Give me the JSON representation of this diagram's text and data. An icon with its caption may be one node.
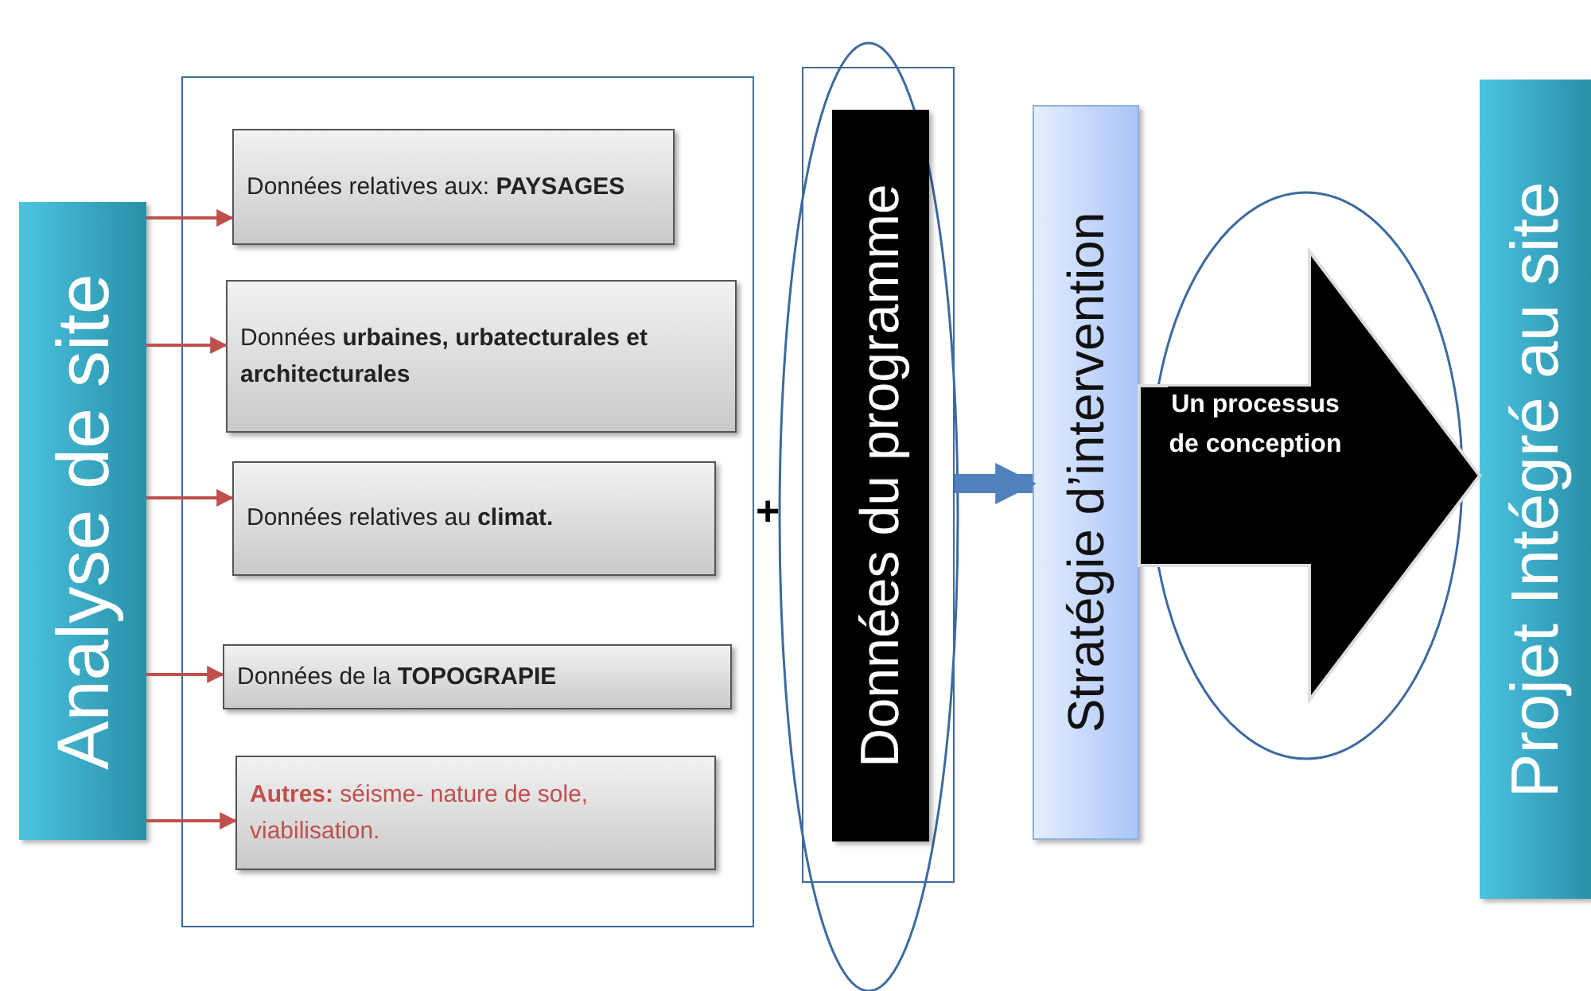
{
  "diagram": {
    "nodes": [
      {
        "text": [
          "Analyse de site"
        ]
      },
      {
        "text": [],
        "shape": "box"
      },
      {
        "text": [
          "Données  relatives aux: **PAYSAGES**"
        ],
        "in": 1
      },
      {
        "text": [
          "Données **urbaines, urbatecturales  et architecturales**"
        ],
        "in": 1
      },
      {
        "text": [
          "Données relatives au **climat.**"
        ],
        "in": 1
      },
      {
        "text": [
          "Données  de la **TOPOGRAPIE**"
        ],
        "in": 1
      },
      {
        "text": [
          "**Autres:** séisme- nature de sole, viabilisation."
        ],
        "in": 1
      },
      {
        "text": [],
        "shape": "box"
      },
      {
        "text": [
          "Données du programme"
        ],
        "in": 7
      },
      {
        "text": [
          "Stratégie d’intervention"
        ]
      },
      {
        "text": [
          "Projet Intégré au site"
        ]
      }
    ],
    "edges": [
      {
        "from": 0,
        "to": 2,
        "arrow": "to"
      },
      {
        "from": 0,
        "to": 3,
        "arrow": "to"
      },
      {
        "from": 0,
        "to": 4,
        "arrow": "to"
      },
      {
        "from": 0,
        "to": 5,
        "arrow": "to"
      },
      {
        "from": 0,
        "to": 6,
        "arrow": "to"
      },
      {
        "from": 7,
        "to": 9,
        "arrow": "to",
        "style": "thick",
        "color": "#4f81bd"
      },
      {
        "from": 9,
        "to": 10,
        "arrow": "to",
        "label": "Un processus de conception",
        "style": "thick",
        "color": "#000000"
      }
    ],
    "labels": [
      "+"
    ]
  }
}
